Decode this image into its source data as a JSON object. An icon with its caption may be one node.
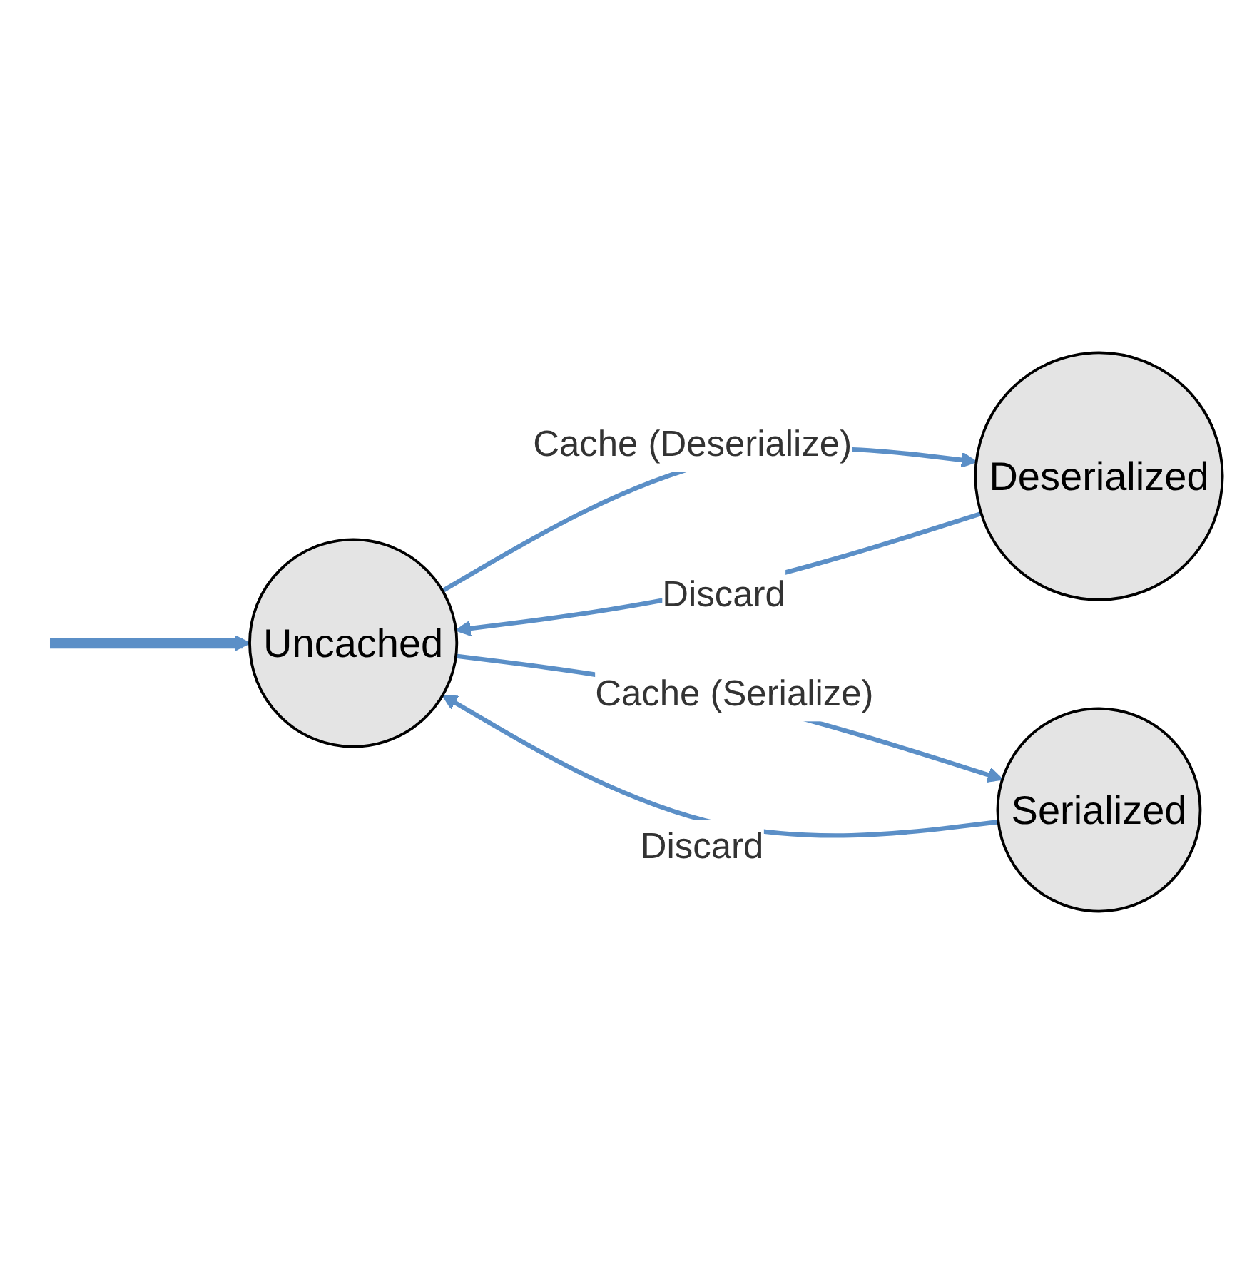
{
  "diagram": {
    "nodes": [
      {
        "text": [
          "Uncached"
        ]
      },
      {
        "text": [
          "Deserialized"
        ]
      },
      {
        "text": [
          "Serialized"
        ]
      }
    ],
    "edges": [
      {
        "from": null,
        "to": 0,
        "arrow": "to",
        "style": "thick"
      },
      {
        "from": 0,
        "to": 1,
        "arrow": "to",
        "label": "Cache (Deserialize)"
      },
      {
        "from": 1,
        "to": 0,
        "arrow": "to",
        "label": "Discard"
      },
      {
        "from": 2,
        "to": 0,
        "arrow": "to",
        "label": "Discard"
      },
      {
        "from": 0,
        "to": 2,
        "arrow": "to",
        "label": "Cache (Serialize)"
      }
    ]
  }
}
